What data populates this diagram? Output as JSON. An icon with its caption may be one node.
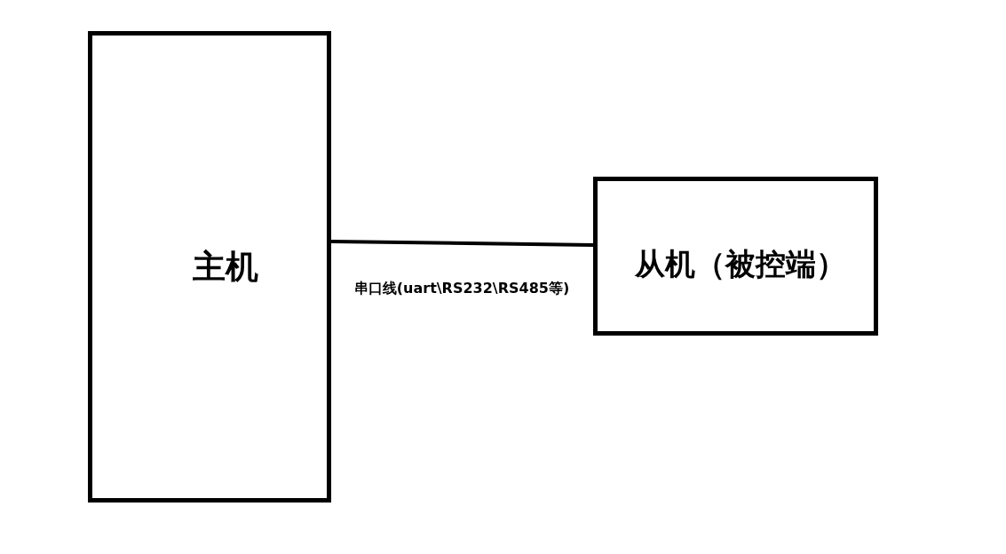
{
  "diagram": {
    "nodes": [
      {
        "text": [
          "主机"
        ]
      },
      {
        "text": [
          "从机（被控端）"
        ]
      }
    ],
    "edges": [
      {
        "from": 0,
        "to": 1,
        "arrow": "none",
        "label": "串口线(uart\\RS232\\RS485等)"
      }
    ]
  }
}
